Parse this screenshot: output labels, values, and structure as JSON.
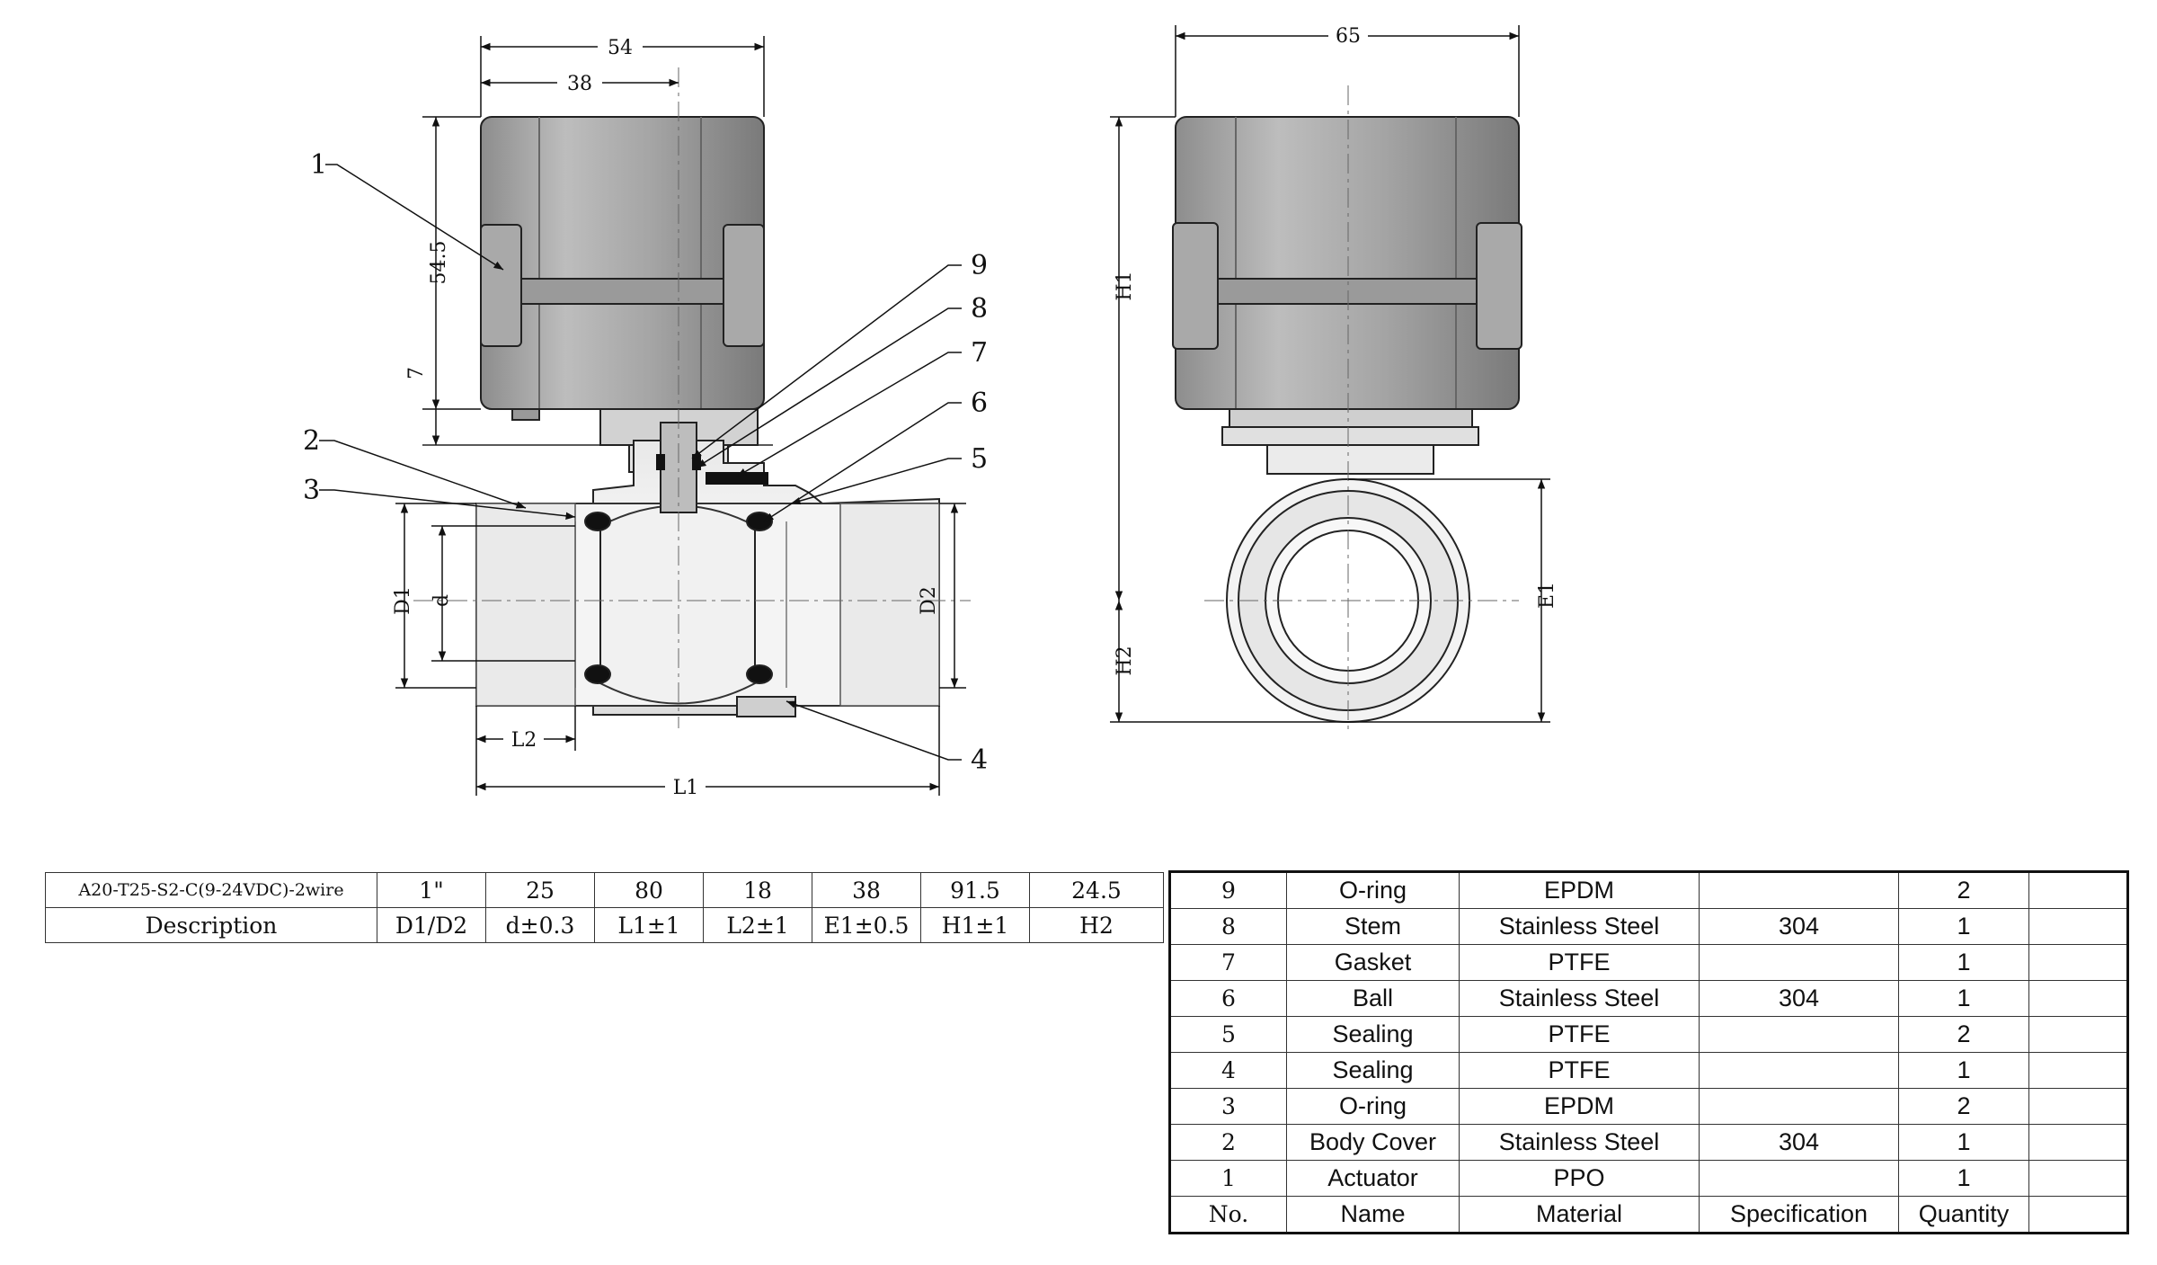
{
  "front_view": {
    "dims": {
      "overall_width": "54",
      "center_offset": "38",
      "actuator_height": "54.5",
      "bracket_height": "7",
      "bore_outer": "D1",
      "bore_inner": "d",
      "bore_right": "D2",
      "thread_length": "L2",
      "overall_length": "L1"
    },
    "callouts": [
      "1",
      "2",
      "3",
      "4",
      "5",
      "6",
      "7",
      "8",
      "9"
    ]
  },
  "side_view": {
    "dims": {
      "width": "65",
      "total_height": "H1",
      "base_height": "H2",
      "hex_size": "E1"
    }
  },
  "spec_table": {
    "row1": [
      "A20-T25-S2-C(9-24VDC)-2wire",
      "1\"",
      "25",
      "80",
      "18",
      "38",
      "91.5",
      "24.5"
    ],
    "row2": [
      "Description",
      "D1/D2",
      "d±0.3",
      "L1±1",
      "L2±1",
      "E1±0.5",
      "H1±1",
      "H2"
    ]
  },
  "parts_table": {
    "rows": [
      [
        "9",
        "O-ring",
        "EPDM",
        "",
        "2"
      ],
      [
        "8",
        "Stem",
        "Stainless Steel",
        "304",
        "1"
      ],
      [
        "7",
        "Gasket",
        "PTFE",
        "",
        "1"
      ],
      [
        "6",
        "Ball",
        "Stainless Steel",
        "304",
        "1"
      ],
      [
        "5",
        "Sealing",
        "PTFE",
        "",
        "2"
      ],
      [
        "4",
        "Sealing",
        "PTFE",
        "",
        "1"
      ],
      [
        "3",
        "O-ring",
        "EPDM",
        "",
        "2"
      ],
      [
        "2",
        "Body Cover",
        "Stainless Steel",
        "304",
        "1"
      ],
      [
        "1",
        "Actuator",
        "PPO",
        "",
        "1"
      ]
    ],
    "header": [
      "No.",
      "Name",
      "Material",
      "Specification",
      "Quantity"
    ]
  }
}
